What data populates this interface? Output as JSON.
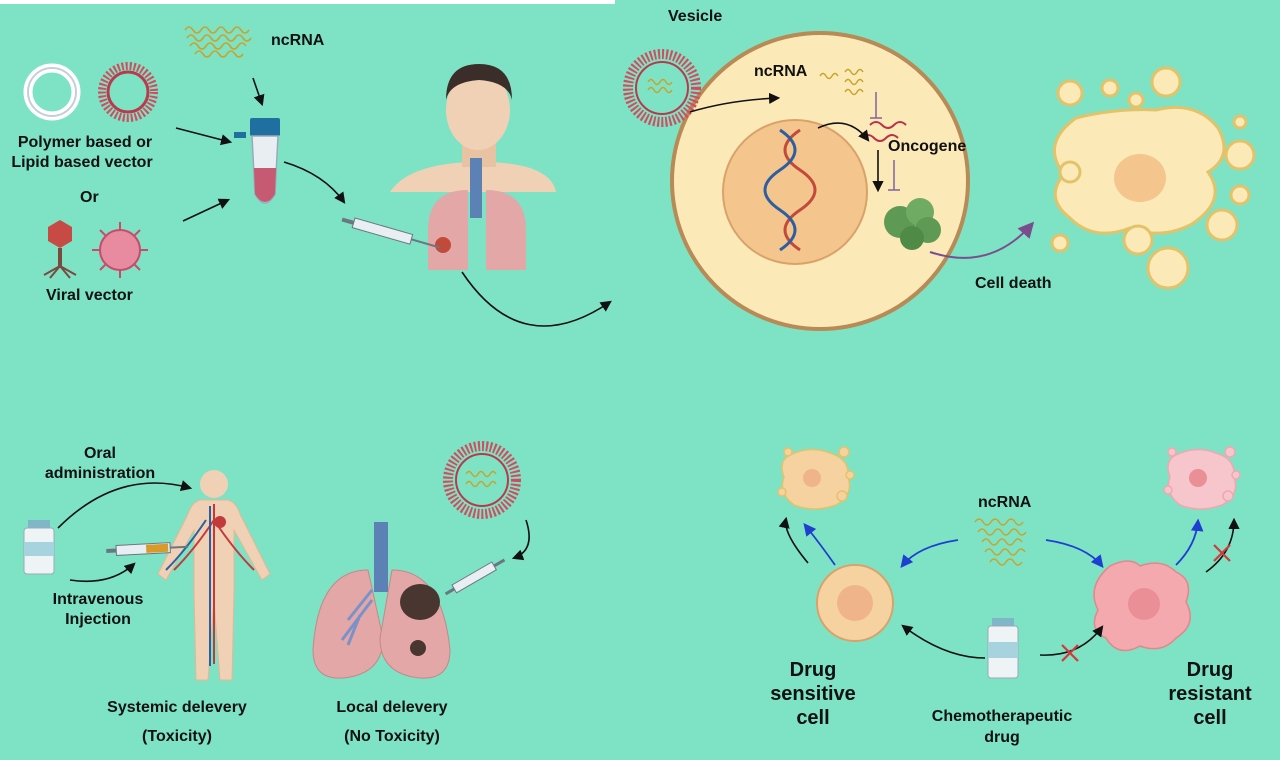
{
  "colors": {
    "background": "#7ee2c5",
    "cell_cytoplasm": "#fbe9b8",
    "cell_membrane": "#b88a55",
    "nucleus": "#f4c58c",
    "rna_strand": "#c9a32a",
    "oncogene_strand": "#b8324a",
    "tumor_green": "#5f9a55",
    "lung_pink": "#e4a7a7",
    "vessel_red": "#c23a3a",
    "arrow_blue": "#1f3fd0",
    "block_red": "#d23a3a",
    "skin": "#f1d1b5"
  },
  "labels": {
    "ncrna_top": "ncRNA",
    "vector_nonviral_1": "Polymer based or",
    "vector_nonviral_2": "Lipid based vector",
    "or": "Or",
    "viral_vector": "Viral  vector",
    "vesicle": "Vesicle",
    "ncrna_cell": "ncRNA",
    "oncogene": "Oncogene",
    "cell_death": "Cell death",
    "oral_1": "Oral",
    "oral_2": "administration",
    "iv_1": "Intravenous",
    "iv_2": "Injection",
    "systemic_1": "Systemic delevery",
    "systemic_2": "(Toxicity)",
    "local_1": "Local delevery",
    "local_2": "(No Toxicity)",
    "ncrna_bottom": "ncRNA",
    "drug_sensitive_1": "Drug",
    "drug_sensitive_2": "sensitive",
    "drug_sensitive_3": "cell",
    "drug_resistant_1": "Drug",
    "drug_resistant_2": "resistant",
    "drug_resistant_3": "cell",
    "chemo_1": "Chemotherapeutic",
    "chemo_2": "drug"
  },
  "icons": [
    "polymer-ring-icon",
    "lipid-vector-icon",
    "rna-strands-icon",
    "phage-icon",
    "virus-icon",
    "tube-icon",
    "human-bust-icon",
    "syringe-icon",
    "vesicle-icon",
    "dna-icon",
    "tumor-icon",
    "dead-cell-icon",
    "body-icon",
    "vial-icon",
    "lungs-icon",
    "cell-icon"
  ]
}
